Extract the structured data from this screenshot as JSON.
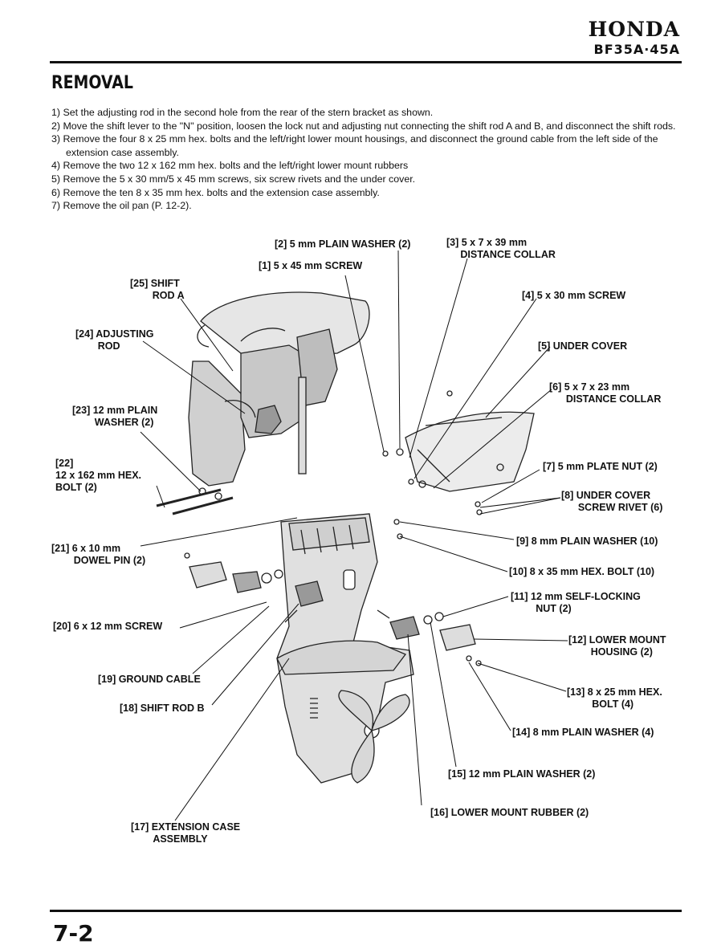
{
  "header": {
    "brand": "HONDA",
    "model": "BF35A·45A"
  },
  "section_title": "REMOVAL",
  "steps": [
    "1) Set the adjusting rod in the second hole from the rear of the stern bracket as shown.",
    "2) Move the shift lever to the \"N\" position, loosen the lock nut and adjusting nut connecting the shift rod A and B, and disconnect the shift rods.",
    "3) Remove the four 8 x 25 mm hex. bolts and the left/right lower mount housings, and disconnect the ground cable from the left side of the extension case assembly.",
    "4) Remove the two 12 x 162 mm hex. bolts and the left/right lower mount rubbers",
    "5) Remove the 5 x 30 mm/5 x 45 mm screws, six screw rivets and the under cover.",
    "6) Remove the ten 8 x 35 mm hex. bolts and the extension case assembly.",
    "7) Remove the oil pan (P. 12-2)."
  ],
  "callouts": {
    "c1": "[1] 5 x 45 mm SCREW",
    "c2": "[2] 5 mm PLAIN WASHER (2)",
    "c3": "[3] 5 x 7 x 39 mm\n     DISTANCE COLLAR",
    "c4": "[4] 5 x 30 mm SCREW",
    "c5": "[5] UNDER COVER",
    "c6": "[6] 5 x 7 x 23 mm\n      DISTANCE COLLAR",
    "c7": "[7] 5 mm PLATE NUT (2)",
    "c8": "[8] UNDER COVER\n      SCREW RIVET (6)",
    "c9": "[9] 8 mm PLAIN WASHER (10)",
    "c10": "[10] 8 x 35 mm HEX. BOLT (10)",
    "c11": "[11] 12 mm SELF-LOCKING\n         NUT (2)",
    "c12": "[12] LOWER MOUNT\n        HOUSING (2)",
    "c13": "[13] 8 x 25 mm HEX.\n         BOLT (4)",
    "c14": "[14] 8 mm PLAIN WASHER (4)",
    "c15": "[15] 12 mm PLAIN WASHER (2)",
    "c16": "[16] LOWER MOUNT RUBBER (2)",
    "c17": "[17] EXTENSION CASE\n        ASSEMBLY",
    "c18": "[18] SHIFT ROD B",
    "c19": "[19] GROUND CABLE",
    "c20": "[20] 6 x 12 mm SCREW",
    "c21": "[21] 6 x 10 mm\n        DOWEL PIN (2)",
    "c22": "[22]\n12 x 162 mm HEX.\nBOLT (2)",
    "c23": "[23] 12 mm PLAIN\n        WASHER (2)",
    "c24": "[24] ADJUSTING\n        ROD",
    "c25": "[25] SHIFT\n        ROD A"
  },
  "footer": {
    "page": "7-2"
  }
}
